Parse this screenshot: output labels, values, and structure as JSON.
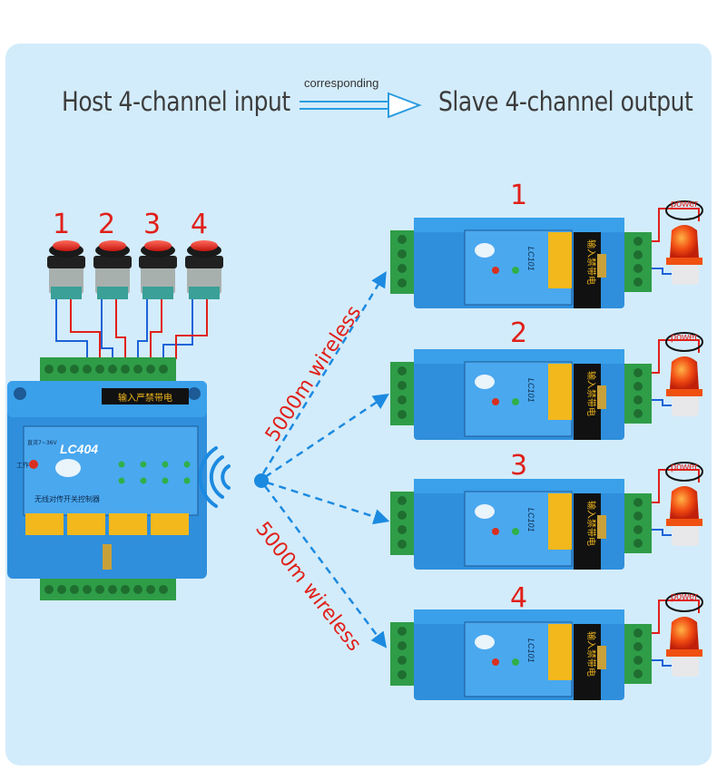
{
  "header": {
    "left_title": "Host 4-channel input",
    "arrow_label": "corresponding",
    "right_title": "Slave 4-channel output"
  },
  "host": {
    "model": "LC404",
    "warning_label": "输入严禁带电",
    "subtitle": "无线对传开关控制器",
    "work_label": "工作",
    "power_range": "直流7~36V",
    "button_numbers": [
      "1",
      "2",
      "3",
      "4"
    ]
  },
  "wireless": {
    "upper_label": "5000m wireless",
    "lower_label": "5000m wireless"
  },
  "slaves": [
    {
      "number": "1",
      "model": "LC101",
      "warning_label": "输入禁带电",
      "power_label": "power"
    },
    {
      "number": "2",
      "model": "LC101",
      "warning_label": "输入禁带电",
      "power_label": "power"
    },
    {
      "number": "3",
      "model": "LC101",
      "warning_label": "输入禁带电",
      "power_label": "power"
    },
    {
      "number": "4",
      "model": "LC101",
      "warning_label": "输入禁带电",
      "power_label": "power"
    }
  ],
  "colors": {
    "background_panel": "#d3ecfb",
    "device_blue": "#2f8fdc",
    "terminal_green": "#33a04a",
    "accent_red": "#e0201a",
    "wire_blue": "#1c63d8",
    "label_yellow": "#f2b81c"
  }
}
